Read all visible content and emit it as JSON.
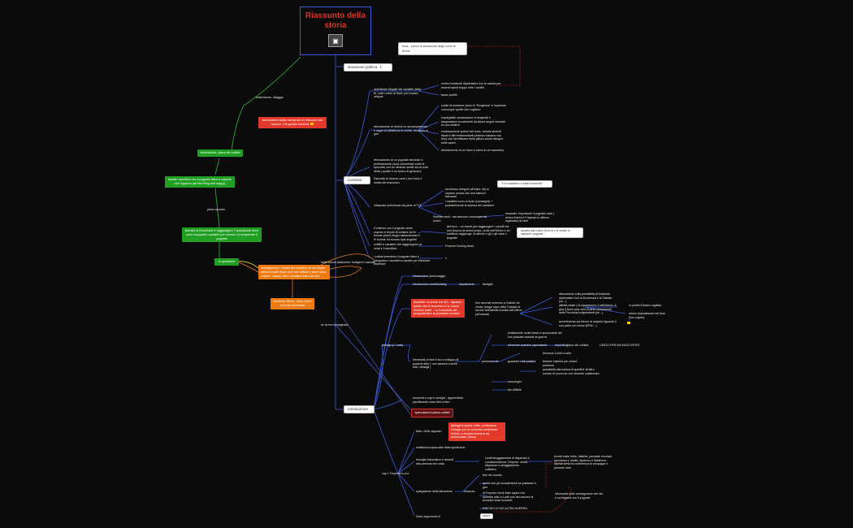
{
  "root": {
    "title_line1": "Riassunto della",
    "title_line2": "storia",
    "icon": "image-icon"
  },
  "main_topics": {
    "situazione": "situazione politica",
    "situazione_badge": "1",
    "contesto": "contesto",
    "introduzione": "introduzione"
  },
  "top_note": "Isca... (dove le situazione degli occhi di Arrow",
  "left_branch": {
    "label_top": "settentrione, villaggio",
    "red_box": "associazioni sulla natura del fio demone che avveno. Cis gubble bechina",
    "green1": "settentrione: piano dei cultisti",
    "green2": "tentato sacrificio con il pugnale falso e coperto dell' inganno (all fine Ring neil happy)",
    "label_mid": "primo scontro",
    "green3": "liberare la Duchessa e raggiungere l' avamposto dove sono scoppiati i cavalieri per cercare di recuperare il pugnale",
    "green_small": "in questione",
    "orange1": "conseguenze: i fortini dei cavalieri ed un rifugio abbandonate dopo cioè che difficile ( dove sono sepolti i vissuti, tren i cavalieri nativi ed altri",
    "label_orange": "settentrione-duttorome: indagini e raccolte",
    "orange2": "Duchess ritiene, dopo avere ricevuto duchessa",
    "label_bottom": "se la era immaginata"
  },
  "situazione_children": {
    "n1": "spedizione illegale dei cavalieri della M. sulle rovine di Barin per trovare reliquie",
    "n1a": "molino incidente diplomatico con la caduta per essersi spinti troppo oltre i confini",
    "n1b": "tanno profite",
    "n2": "ritrovamento di resti di un accampamento e sagre di attività tra le rovine, recupero in giro",
    "n2a": "scelte di rimanere (sono in \"Borghese\" e esplorare comunque quelle che vogliono",
    "n2b": "impiegabile connessione di draghetti e trasportatore provenienti da alcuni angoli meandri di una miniera",
    "n2c": "individuazione potere nel ruolo, tremite simboli rituali e altri testimonianli (chierico stavano con loro) che identificano della pittura armai disegno nelle pareti",
    "n2d": "sfondamento di un muro e arrivo in un mausoleo",
    "n3": "ritrovamento di un pugnale decorato e perfettamente (sua) conservato sotto le sporcizie con un simbolo simile ad un sole della ( spoiler li un fiocco di ghiaccio)",
    "n4": "Raccolta di diverse cose ( non loro) e uscita del mausoleo",
    "n5": "infiascate sottoriesse da parte di TYF",
    "n5a": "sembrano stregoni all'inizio. Ma si capisce presto che non siamo il licensaur",
    "n5b": "i cavalieri sono al fuoio (consegna) + probabilmente la schiera dei cavaliere",
    "n5c": "Swellet morti.. ma riescono comunque ad uscire",
    "n5c_a": "rinomato: importante il pugnale cade ( senza bubmi e Freyman lo afferra inglobatlo) le idee",
    "n5_quote": "\"Lei cavaliere è stato smarrito\"",
    "n6": "Il chierico con il pugnale viene coperto e tenuto di contare tra le foreste (duel) rifugio abbandonato e le foreste ha trovato opsi angolari",
    "n6a": "dell loro... no eventi per raggiungere i cavalli ma uno braccio la storia protar, unde nell'Helice e ari subiterio raggiunge. la atfiche e gli o gli caba il pugnale",
    "n6_note": "accorte alle vostre (Irveno) e le ordine di salvarne i pugnale",
    "n7": "cultisti e cavalieri che raggiungono la zona e il sacrificio",
    "n7a": "Freymer fucking dead",
    "n8": "i cultisti prendono il pugnale falso e insegnano i cavalieri a cavallo per eliminare testimoni",
    "n8a": "1"
  },
  "intro_children": {
    "i1": "introduzione personaggio",
    "i2": "introduzione worldbuilding",
    "i2a": "inquisizione",
    "i2b": "famiglia",
    "red_note": "disordini: le prime ore di L. riguardo quello che è successo e le nuove tensioni diate - La Comunità del programmare la prossima mossa!",
    "i3": "Ivor sicrensi rececero a Gabriel de Jonas (mago capo della Cabala) le severe dell'attività insolita dell'inferio (all'ovesta)",
    "i3a": "discussione sulla possibilità di incidente diplomatico con la Duchessa e la Cabala (un...)",
    "i3b": "attività totale ( la squamosi in 3 dell'inferio, A gira i) sono solo vesi di atrizi (Arrowandi) nelle Provincia Indipendenti (un...)",
    "i3b_1": "in profilo il fodero sigillato",
    "i3b_2": "stamo braccialando nel buio (foro capito).",
    "i3c": "avvertimento sul ritrovo al segreto riguardo il suo patto con Arrow (ERIC...)",
    "prologo": "prologo (L'i casi)",
    "p1": "Necessità di fare il rito e sviluppo di qualche idee ( non saranno morbti tutti i dettagli )",
    "p1_pm": "permessi rito",
    "p1a": "rivisitazione molte brave e spezzoante del loro passato durante la guerra",
    "p1b": "elemento scambio equivalente",
    "p1b_1": "requisiti gliazzi del cultista",
    "p1b_2": "USATO PER NICKASS INTRO",
    "p1c": "guardare i lati positivi",
    "p1c_1": "frevenze il chill a cella",
    "p1c_2": "tessere insieme per creare problemi",
    "p1c_3": "possibilità alla messa di spedirle all'altro mondo di nuovo su non doveste collaborare",
    "p1d": "monologhi",
    "p1e": "rito difficile",
    "p2": "momenti e cupi e sereghi , apprendista pianificando cosa devi a fare",
    "p2_box": "speculazioni piano cultisti",
    "fatto": "fatto: vedio apposto",
    "fatto_box": "dipingere paura, lotta, confusione. Disagio per la contorta condizione. Advoc: a trovata bizzarra da posizionare (ossa)",
    "cap1": "cap 1 Freyman's pov",
    "c1": "rivisitazioni spacciate della spedizione",
    "c2": "risveglio traumatico e descriti alla persona che cella",
    "c2a": "Lucifi stroggiamento di disperato e condiscendenza. Freymer: simile disprezzo e stroggiamento collettivo",
    "c2b": "ricordi sulla: frelle, distinte, pensatie ricordati, ignoranza e vanità, egoismo e fiabilezza - dipinta verso la conferenza di compagni e persone care.",
    "c3": "spiegazione della situazione",
    "c3_m": "miracolo",
    "c3a": "fine del mondo",
    "c3b": "quello che gli accademiche se parlasse in giro",
    "c3c": "di Freymer viene fatto capire che sarebbe utile a Lucifi con del carcere di accanire cosa succede",
    "c3c_1": "Informarla sulle conseguenze del rito e sul legame con il pugnale",
    "c3d": "RISCHIO DI UN' ALTRA GUERRA",
    "c3d_box": "sicuro",
    "sotto": "Sotto-argomento 5"
  },
  "colors": {
    "root_title": "#e0321e",
    "link_blue": "#3a5bd9",
    "link_green": "#2fbf38",
    "link_orange": "#ee7a12",
    "link_red": "#d22b2b"
  }
}
